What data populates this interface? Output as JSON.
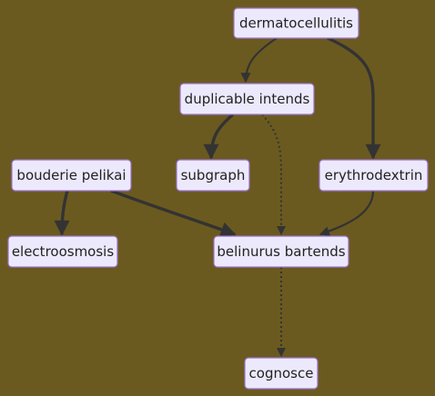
{
  "diagram": {
    "type": "flowchart",
    "direction": "top-down",
    "colors": {
      "background": "#6b5a1f",
      "node_fill": "#ece9fd",
      "node_border": "#9a72c9",
      "node_text": "#222222",
      "edge": "#333333"
    },
    "nodes": [
      {
        "id": "dermatocellulitis",
        "label": "dermatocellulitis"
      },
      {
        "id": "duplicable_intends",
        "label": "duplicable intends"
      },
      {
        "id": "bouderie_pelikai",
        "label": "bouderie pelikai"
      },
      {
        "id": "subgraph",
        "label": "subgraph"
      },
      {
        "id": "erythrodextrin",
        "label": "erythrodextrin"
      },
      {
        "id": "electroosmosis",
        "label": "electroosmosis"
      },
      {
        "id": "belinurus_bartends",
        "label": "belinurus bartends"
      },
      {
        "id": "cognosce",
        "label": "cognosce"
      }
    ],
    "edges": [
      {
        "from": "dermatocellulitis",
        "to": "duplicable_intends",
        "style": "solid"
      },
      {
        "from": "dermatocellulitis",
        "to": "erythrodextrin",
        "style": "thick"
      },
      {
        "from": "duplicable_intends",
        "to": "subgraph",
        "style": "thick"
      },
      {
        "from": "duplicable_intends",
        "to": "belinurus_bartends",
        "style": "dotted"
      },
      {
        "from": "bouderie_pelikai",
        "to": "electroosmosis",
        "style": "thick"
      },
      {
        "from": "bouderie_pelikai",
        "to": "belinurus_bartends",
        "style": "thick"
      },
      {
        "from": "erythrodextrin",
        "to": "belinurus_bartends",
        "style": "solid"
      },
      {
        "from": "belinurus_bartends",
        "to": "cognosce",
        "style": "dotted"
      }
    ]
  }
}
